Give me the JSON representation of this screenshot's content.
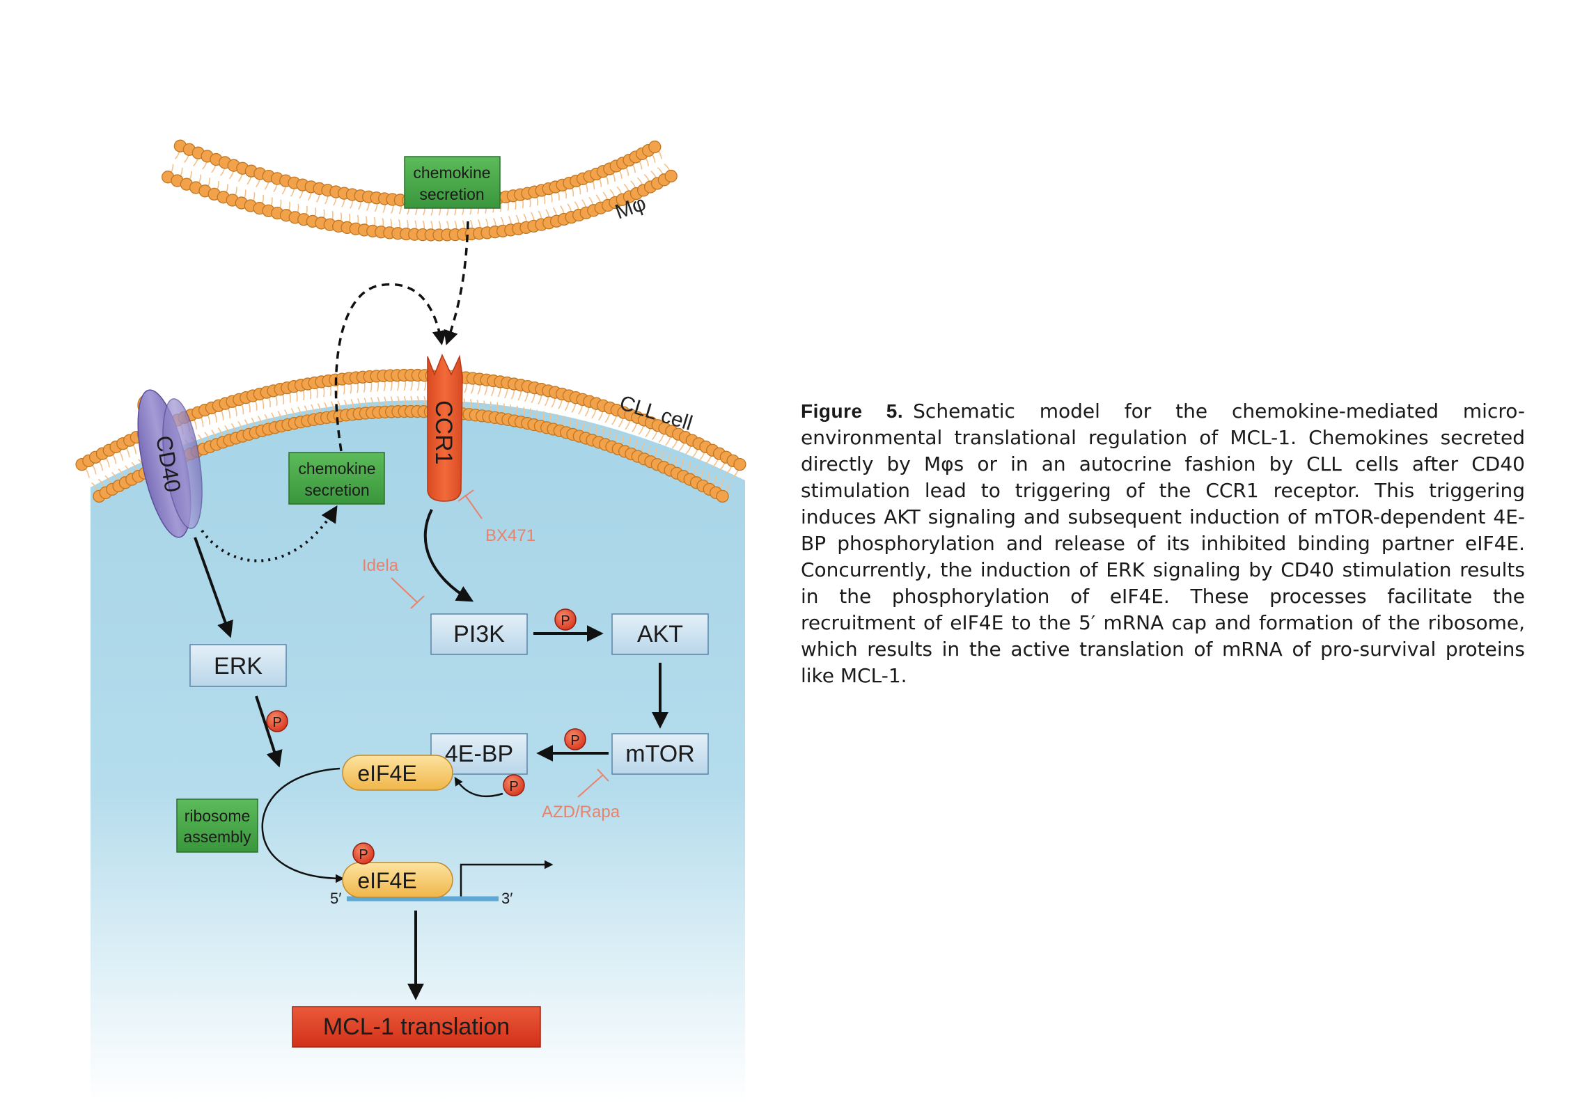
{
  "figure": {
    "macrophage_label": "Mφ",
    "cll_cell_label": "CLL cell",
    "cd40_label": "CD40",
    "ccr1_label": "CCR1",
    "chemokine_secretion_top": [
      "chemokine",
      "secretion"
    ],
    "chemokine_secretion_cll": [
      "chemokine",
      "secretion"
    ],
    "ribosome_assembly": [
      "ribosome",
      "assembly"
    ],
    "nodes": {
      "erk": "ERK",
      "pi3k": "PI3K",
      "akt": "AKT",
      "mtor": "mTOR",
      "fourebp": "4E-BP",
      "eif4e_bound": "eIF4E",
      "eif4e_cap": "eIF4E",
      "mcl1": "MCL-1 translation"
    },
    "inhibitors": {
      "bx471": "BX471",
      "idela": "Idela",
      "azd_rapa": "AZD/Rapa"
    },
    "phospho": "P",
    "mrna_5": "5′",
    "mrna_3": "3′",
    "colors": {
      "cytoplasm": "#a9d6e8",
      "membrane_head": "#f2a24a",
      "node_fill": "#cfe4f1",
      "green_box": "#48a84a",
      "red_box": "#e0402a",
      "inhibitor": "#e8826a",
      "receptor": "#ec5a2c",
      "cd40": "#8c82c4",
      "eif4e": "#f5c863"
    }
  },
  "caption": {
    "label": "Figure 5.",
    "text": "Schematic model for the chemokine-mediated micro-environmental translational regulation of MCL-1. Chemokines secreted directly by Mφs or in an autocrine fashion by CLL cells after CD40 stimulation lead to triggering of the CCR1 receptor. This triggering induces AKT signaling and subsequent induction of mTOR-dependent 4E-BP phosphorylation and release of its inhibited binding partner eIF4E. Concurrently, the induction of ERK signaling by CD40 stimulation results in the phosphorylation of eIF4E. These processes facilitate the recruitment of eIF4E to the 5′ mRNA cap and formation of the ribosome, which results in the active translation of mRNA of pro-survival proteins like MCL-1."
  }
}
